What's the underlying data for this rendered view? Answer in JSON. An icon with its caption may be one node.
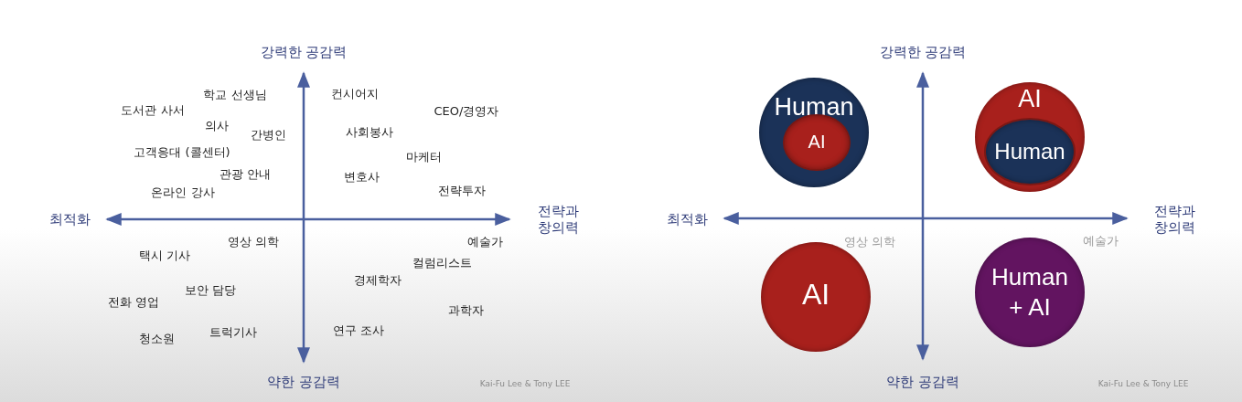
{
  "diagram": {
    "nodes": [
      {
        "text": [
          "Human"
        ]
      },
      {
        "text": [
          "AI"
        ],
        "in": 0
      },
      {
        "text": [
          "AI"
        ]
      },
      {
        "text": [
          "Human"
        ],
        "in": 2
      },
      {
        "text": [
          "AI"
        ]
      },
      {
        "text": [
          "Human + AI"
        ]
      }
    ],
    "labels": [
      "강력한 공감력",
      "학교 선생님",
      "컨시어지",
      "도서관 사서",
      "CEO/경영자",
      "의사",
      "간병인",
      "사회봉사",
      "고객응대 (콜센터)",
      "마케터",
      "관광 안내",
      "변호사",
      "온라인 강사",
      "전략투자",
      "최적화",
      "전략과 창의력",
      "영상 의학",
      "예술가",
      "택시 기사",
      "컬럼리스트",
      "경제학자",
      "보안 담당",
      "전화 영업",
      "과학자",
      "트럭기사",
      "연구 조사",
      "청소원",
      "약한 공감력",
      "Kai-Fu Lee & Tony LEE",
      "강력한 공감력",
      "최적화",
      "전략과 창의력",
      "영상 의학",
      "예술가",
      "약한 공감력",
      "Kai-Fu Lee & Tony LEE"
    ]
  }
}
